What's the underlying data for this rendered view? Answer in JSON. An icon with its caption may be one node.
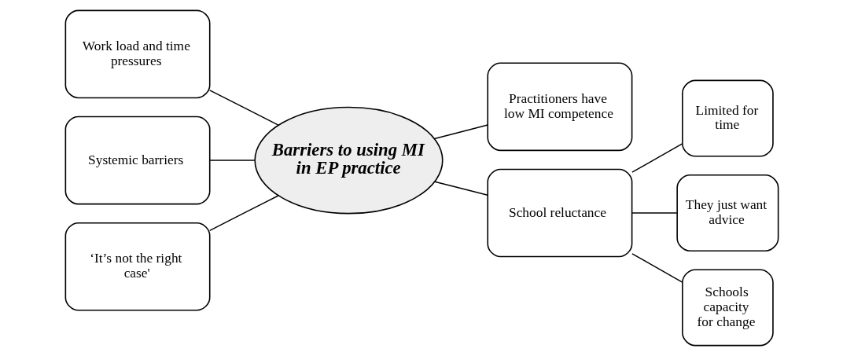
{
  "diagram": {
    "nodes": [
      {
        "text": [
          "Barriers to using MI in EP practice"
        ]
      },
      {
        "text": [
          "Work load and time pressures"
        ]
      },
      {
        "text": [
          "Systemic barriers"
        ]
      },
      {
        "text": [
          "‘It’s not the right case'"
        ]
      },
      {
        "text": [
          "Practitioners have low MI competence"
        ]
      },
      {
        "text": [
          "School reluctance"
        ]
      },
      {
        "text": [
          "Limited for time"
        ]
      },
      {
        "text": [
          "They just want advice"
        ]
      },
      {
        "text": [
          "Schools capacity for change"
        ]
      }
    ],
    "edges": [
      {
        "from": 1,
        "to": 0,
        "arrow": "none"
      },
      {
        "from": 2,
        "to": 0,
        "arrow": "none"
      },
      {
        "from": 3,
        "to": 0,
        "arrow": "none"
      },
      {
        "from": 0,
        "to": 4,
        "arrow": "none"
      },
      {
        "from": 0,
        "to": 5,
        "arrow": "none"
      },
      {
        "from": 5,
        "to": 6,
        "arrow": "none"
      },
      {
        "from": 5,
        "to": 7,
        "arrow": "none"
      },
      {
        "from": 5,
        "to": 8,
        "arrow": "none"
      }
    ]
  }
}
